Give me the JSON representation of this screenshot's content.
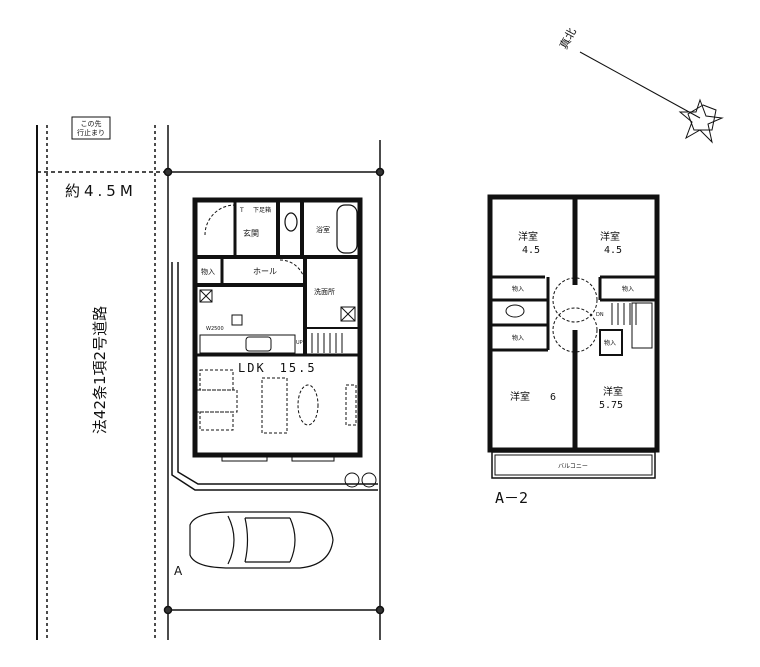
{
  "compass": {
    "label": "真北"
  },
  "road": {
    "dead_end_sign": [
      "この先",
      "行止まり"
    ],
    "width_label": "約4.5M",
    "road_type": "法42条1項2号道路"
  },
  "floor1": {
    "rooms": {
      "entrance": "玄関",
      "shoe_box": "下足箱",
      "t_mark": "T",
      "bath": "浴室",
      "hall": "ホール",
      "closet": "物入",
      "washroom": "洗面所",
      "kitchen_width": "W2500",
      "up": "UP",
      "ldk": "LDK　15.5"
    },
    "parking_marker": "A"
  },
  "floor2": {
    "rooms": [
      {
        "name": "洋室",
        "size": "4.5"
      },
      {
        "name": "洋室",
        "size": "4.5"
      },
      {
        "name": "洋室",
        "size": "6"
      },
      {
        "name": "洋室",
        "size": "5.75"
      }
    ],
    "closet": "物入",
    "dn": "DN",
    "balcony": "バルコニー",
    "unit_label": "A－2"
  }
}
